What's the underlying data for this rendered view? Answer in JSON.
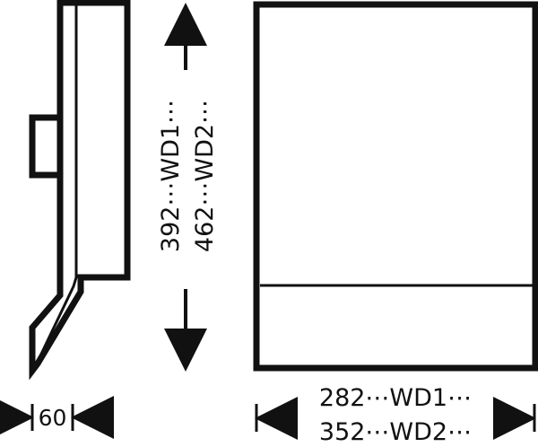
{
  "drawing": {
    "line_color": "#111111",
    "fill_color": "#ffffff",
    "labels": {
      "depth": "60",
      "height_wd1": "392⋯WD1⋯",
      "height_wd2": "462⋯WD2⋯",
      "width_wd1": "282⋯WD1⋯",
      "width_wd2": "352⋯WD2⋯"
    }
  }
}
